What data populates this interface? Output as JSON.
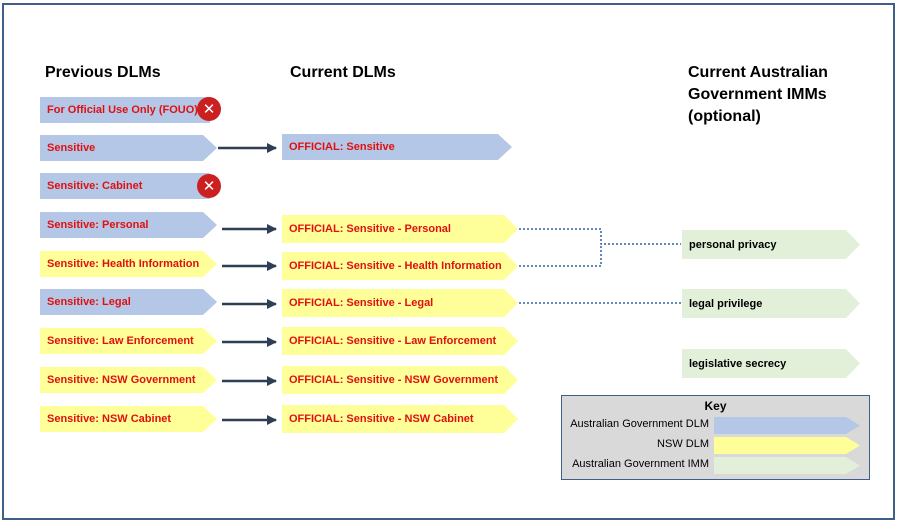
{
  "headings": {
    "previous": "Previous DLMs",
    "current": "Current DLMs",
    "imm_line1": "Current Australian",
    "imm_line2": "Government IMMs",
    "imm_line3": "(optional)"
  },
  "previous_dlms": [
    {
      "label": "For Official Use Only (FOUO)",
      "type": "Australian Government DLM",
      "discontinued": true
    },
    {
      "label": "Sensitive",
      "type": "Australian Government DLM"
    },
    {
      "label": "Sensitive: Cabinet",
      "type": "Australian Government DLM",
      "discontinued": true
    },
    {
      "label": "Sensitive: Personal",
      "type": "Australian Government DLM"
    },
    {
      "label": "Sensitive: Health Information",
      "type": "NSW DLM"
    },
    {
      "label": "Sensitive: Legal",
      "type": "Australian Government DLM"
    },
    {
      "label": "Sensitive: Law Enforcement",
      "type": "NSW DLM"
    },
    {
      "label": "Sensitive: NSW Government",
      "type": "NSW DLM"
    },
    {
      "label": "Sensitive: NSW Cabinet",
      "type": "NSW DLM"
    }
  ],
  "current_dlms": [
    {
      "label": "OFFICIAL:  Sensitive",
      "type": "Australian Government DLM"
    },
    {
      "label": "OFFICIAL:  Sensitive - Personal",
      "type": "NSW DLM"
    },
    {
      "label": "OFFICIAL:  Sensitive - Health Information",
      "type": "NSW DLM"
    },
    {
      "label": "OFFICIAL:  Sensitive - Legal",
      "type": "NSW DLM"
    },
    {
      "label": "OFFICIAL:  Sensitive - Law Enforcement",
      "type": "NSW DLM"
    },
    {
      "label": "OFFICIAL:  Sensitive - NSW Government",
      "type": "NSW DLM"
    },
    {
      "label": "OFFICIAL:  Sensitive - NSW Cabinet",
      "type": "NSW DLM"
    }
  ],
  "imms": [
    {
      "label": "personal privacy"
    },
    {
      "label": "legal privilege"
    },
    {
      "label": "legislative secrecy"
    }
  ],
  "key": {
    "title": "Key",
    "items": [
      {
        "label": "Australian Government DLM",
        "color": "#b4c7e7"
      },
      {
        "label": "NSW DLM",
        "color": "#ffff99"
      },
      {
        "label": "Australian Government IMM",
        "color": "#e2f0d9"
      }
    ]
  },
  "colors": {
    "frame": "#3f5f8a",
    "label_text": "#e01010",
    "discontinued_badge": "#cc1f1f",
    "connector": "#2e3f55",
    "dotted_link": "#2e5fa8"
  },
  "discontinued_icon": "close-icon"
}
